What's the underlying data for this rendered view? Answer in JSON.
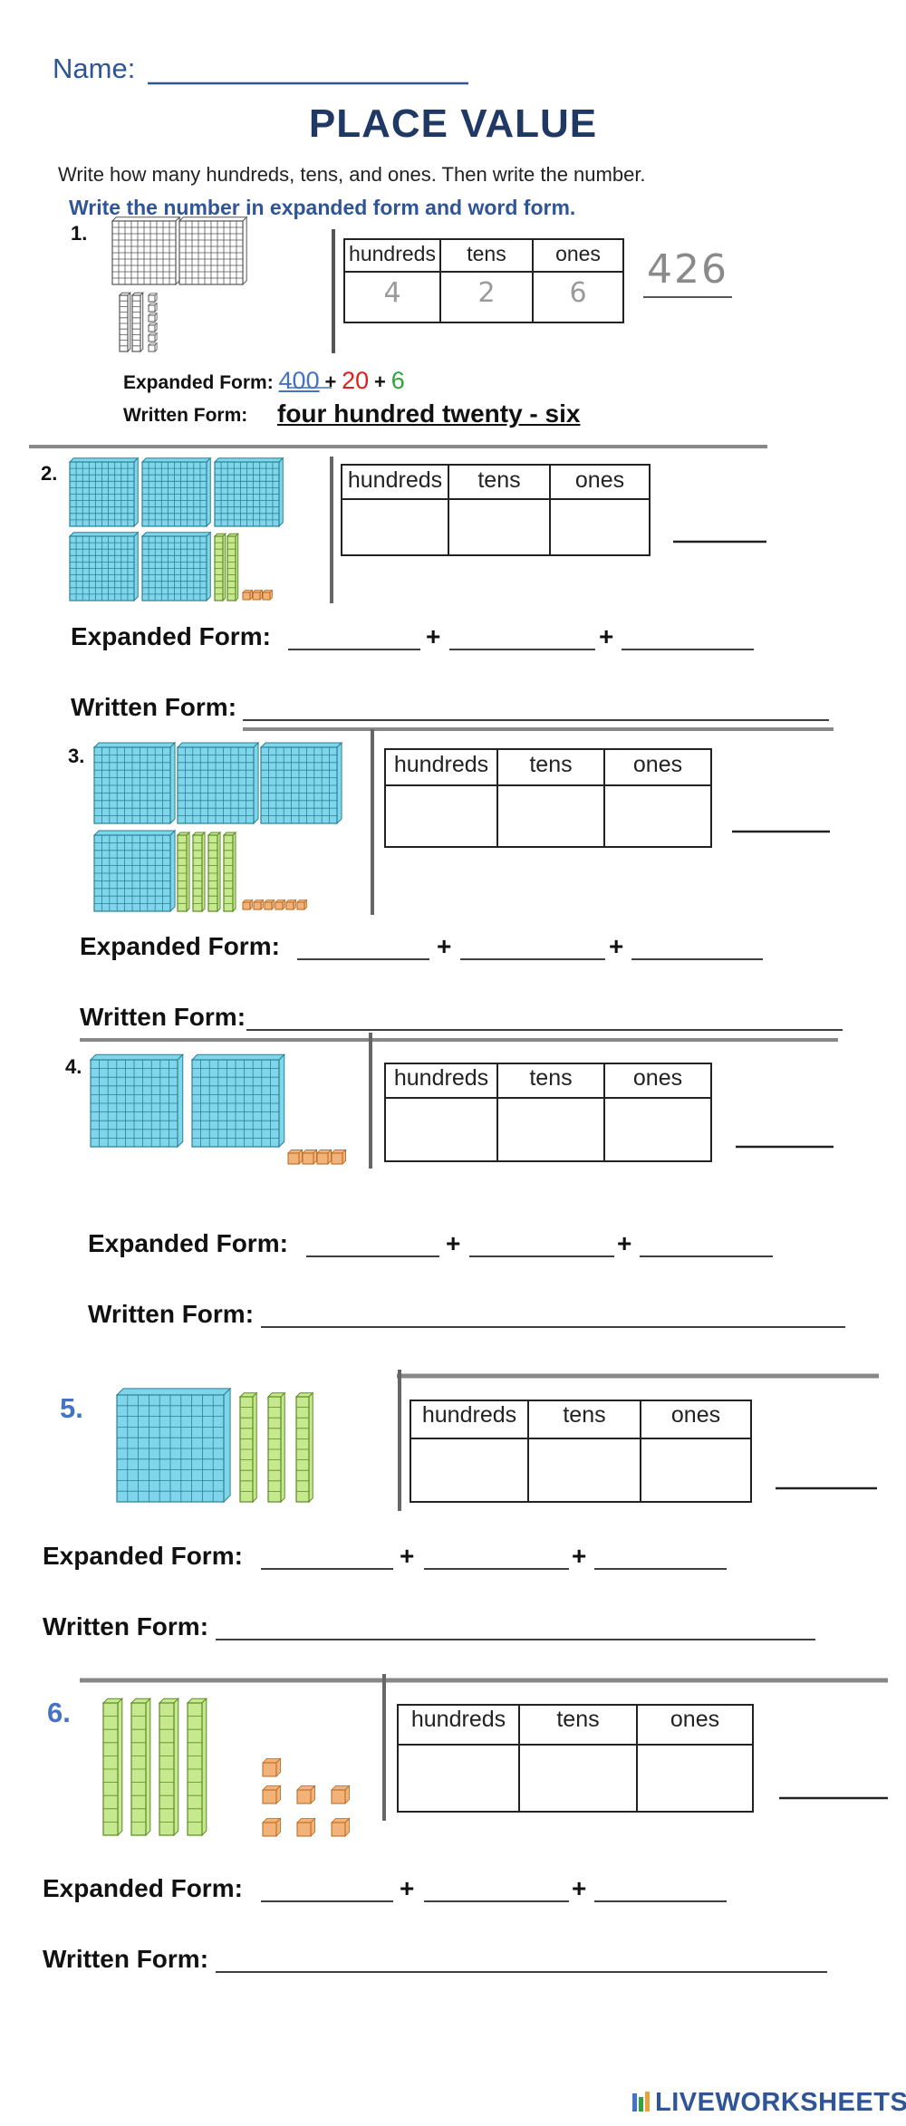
{
  "header": {
    "name_label": "Name:",
    "title": "PLACE VALUE",
    "instruction1": "Write how many hundreds, tens, and ones. Then write the number.",
    "instruction2": "Write the number in expanded form and word form."
  },
  "table_headers": {
    "hundreds": "hundreds",
    "tens": "tens",
    "ones": "ones"
  },
  "labels": {
    "expanded": "Expanded Form:",
    "written": "Written Form:",
    "written_nospace": "Written Form:",
    "plus": "+"
  },
  "example": {
    "number_label": "1.",
    "hundreds": "4",
    "tens": "2",
    "ones": "6",
    "number": "426",
    "expanded_hundreds": "400",
    "expanded_tens": "20",
    "expanded_ones": "6",
    "written_answer": "four hundred twenty - six",
    "blocks": {
      "hundreds": 2,
      "tens": 2,
      "ones": 6
    }
  },
  "problems": [
    {
      "number_label": "2.",
      "blocks": {
        "hundreds": 5,
        "tens": 2,
        "ones": 3
      }
    },
    {
      "number_label": "3.",
      "blocks": {
        "hundreds": 4,
        "tens": 4,
        "ones": 6
      }
    },
    {
      "number_label": "4.",
      "blocks": {
        "hundreds": 2,
        "tens": 0,
        "ones": 4
      }
    },
    {
      "number_label": "5.",
      "blocks": {
        "hundreds": 1,
        "tens": 3,
        "ones": 0
      }
    },
    {
      "number_label": "6.",
      "blocks": {
        "hundreds": 0,
        "tens": 4,
        "ones": 7
      }
    }
  ],
  "colors": {
    "hundreds_block": "#7fd6ea",
    "tens_block": "#c6e98f",
    "ones_block": "#f3b278",
    "title": "#1f3864",
    "name": "#2f5597",
    "example_hundreds": "#4472c4",
    "example_tens": "#e31c1c",
    "example_ones": "#2aa63a"
  },
  "footer": {
    "logo": "LIVEWORKSHEETS"
  }
}
